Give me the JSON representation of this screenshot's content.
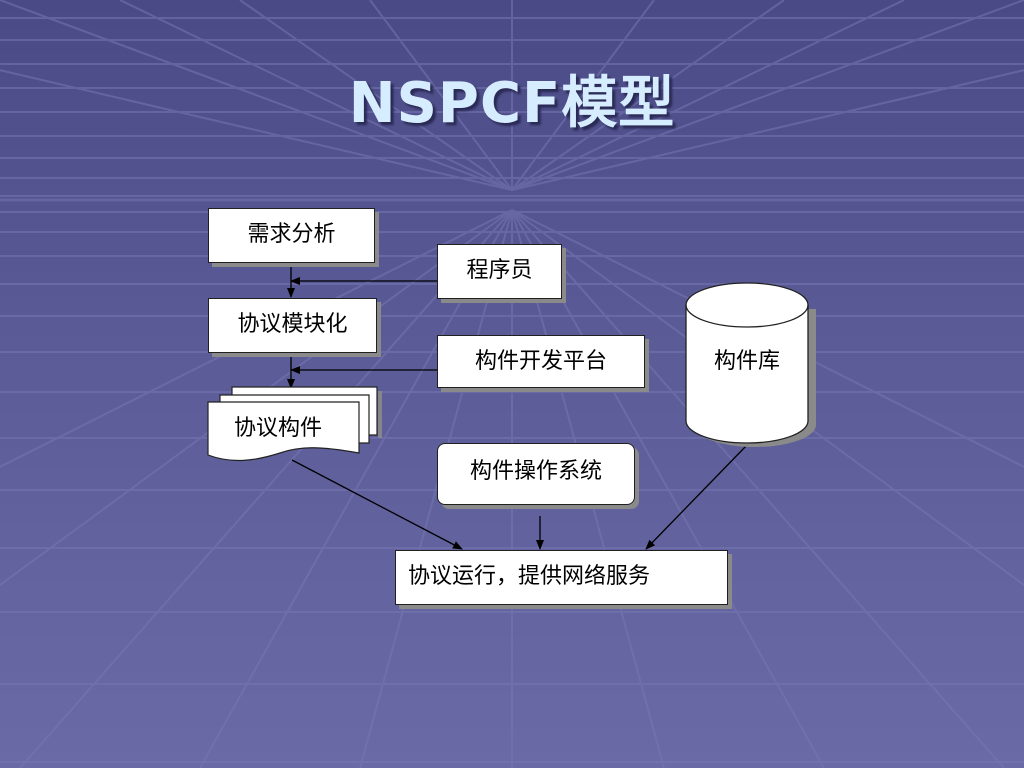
{
  "slide": {
    "title": "NSPCF模型"
  },
  "nodes": {
    "requirement_analysis": "需求分析",
    "programmer": "程序员",
    "protocol_modularization": "协议模块化",
    "component_dev_platform": "构件开发平台",
    "component_library": "构件库",
    "protocol_components": "协议构件",
    "component_os": "构件操作系统",
    "protocol_run": "协议运行，提供网络服务"
  }
}
